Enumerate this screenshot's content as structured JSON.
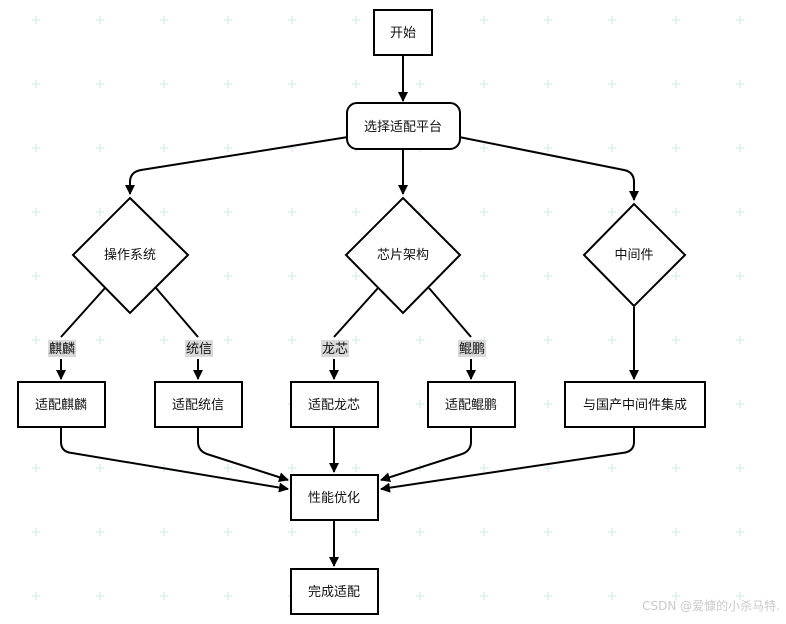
{
  "nodes": {
    "start": "开始",
    "choose_platform": "选择适配平台",
    "os": "操作系统",
    "chip": "芯片架构",
    "middleware": "中间件",
    "adapt_kylin": "适配麒麟",
    "adapt_uos": "适配统信",
    "adapt_loongson": "适配龙芯",
    "adapt_kunpeng": "适配鲲鹏",
    "integrate_middleware": "与国产中间件集成",
    "optimize": "性能优化",
    "finish": "完成适配"
  },
  "edge_labels": {
    "kylin": "麒麟",
    "uos": "统信",
    "loongson": "龙芯",
    "kunpeng": "鲲鹏"
  },
  "watermark": "CSDN @爱慷的小杀马特."
}
